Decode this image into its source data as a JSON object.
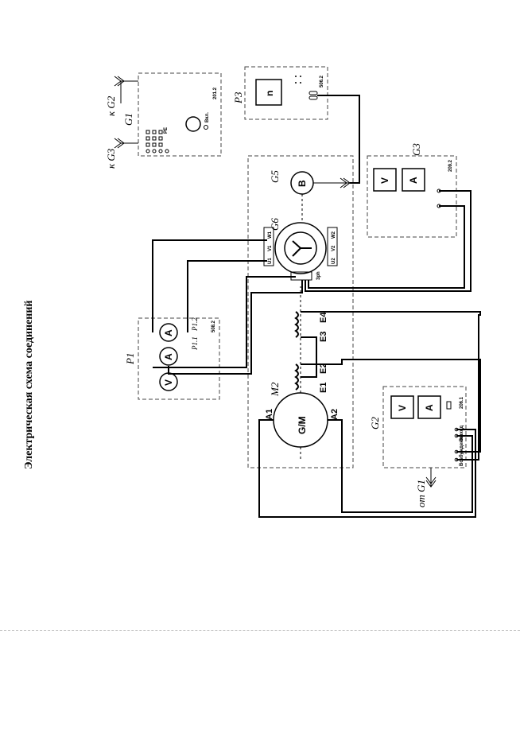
{
  "title": "Электрическая схема соединений",
  "blocks": {
    "G1": {
      "label": "G1",
      "code": "201.2",
      "knob": "Вкл.",
      "pe": "PE"
    },
    "P3": {
      "label": "P3",
      "code": "506.2",
      "display": "n"
    },
    "P1": {
      "label": "P1",
      "code": "508.2",
      "p11": "P1.1",
      "p12": "P1.2"
    },
    "G3": {
      "label": "G3",
      "code": "209.2"
    },
    "G2": {
      "label": "G2",
      "code": "206.1",
      "out": "Выход",
      "excite": "Возбуждение"
    },
    "G5": {
      "label": "G5",
      "symbol": "B"
    },
    "G6": {
      "label": "G6",
      "terminals": [
        "U1",
        "V1",
        "W1",
        "U2",
        "V2",
        "W2"
      ],
      "ph": "3ph"
    },
    "M2": {
      "label": "M2",
      "symbol": "G/M",
      "a1": "A1",
      "a2": "A2",
      "field": [
        "E1",
        "E2",
        "E3",
        "E4"
      ]
    }
  },
  "connectors": {
    "toG2": "к G2",
    "toG3": "к G3",
    "fromG1": "от G1"
  },
  "meters": {
    "volt": "V",
    "amp": "A"
  }
}
